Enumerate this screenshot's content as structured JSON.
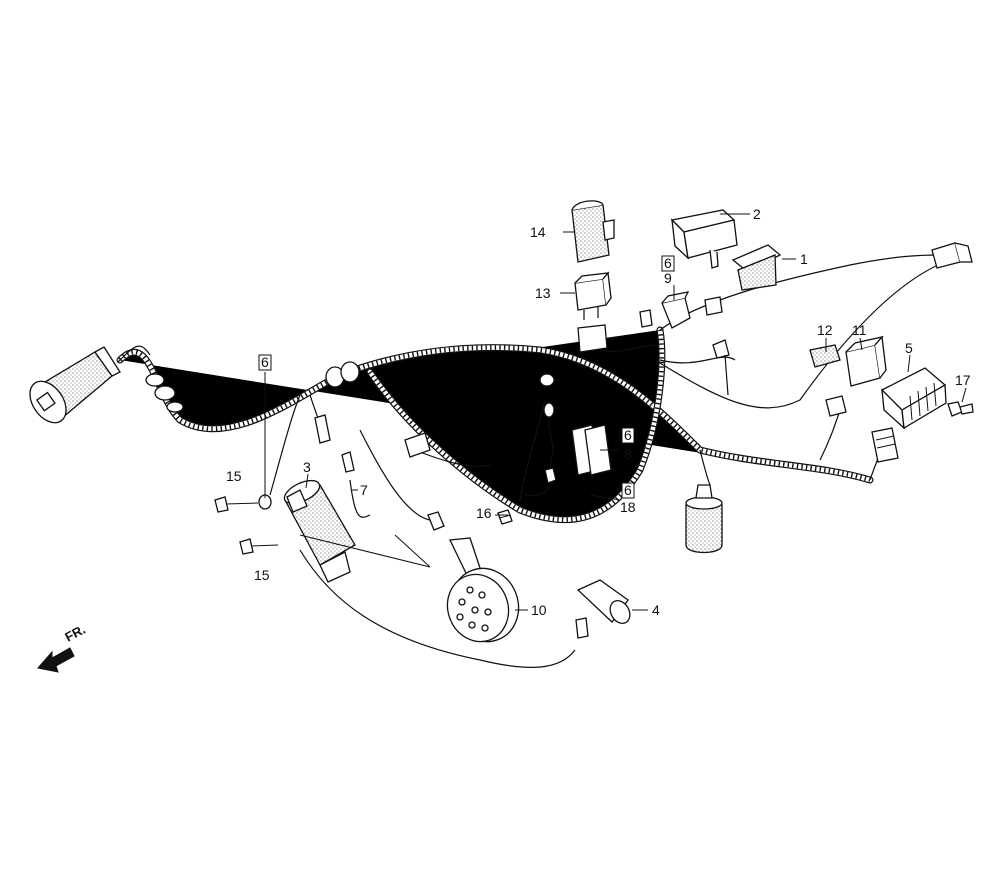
{
  "callouts": [
    {
      "id": "c1",
      "text": "1"
    },
    {
      "id": "c2",
      "text": "2"
    },
    {
      "id": "c3",
      "text": "3"
    },
    {
      "id": "c4",
      "text": "4"
    },
    {
      "id": "c5",
      "text": "5"
    },
    {
      "id": "c6a",
      "text": "6"
    },
    {
      "id": "c6b",
      "text": "6"
    },
    {
      "id": "c6c",
      "text": "6"
    },
    {
      "id": "c6d",
      "text": "6"
    },
    {
      "id": "c7",
      "text": "7"
    },
    {
      "id": "c8",
      "text": "8"
    },
    {
      "id": "c9",
      "text": "9"
    },
    {
      "id": "c10",
      "text": "10"
    },
    {
      "id": "c11",
      "text": "11"
    },
    {
      "id": "c12",
      "text": "12"
    },
    {
      "id": "c13",
      "text": "13"
    },
    {
      "id": "c14",
      "text": "14"
    },
    {
      "id": "c15a",
      "text": "15"
    },
    {
      "id": "c15b",
      "text": "15"
    },
    {
      "id": "c16",
      "text": "16"
    },
    {
      "id": "c17",
      "text": "17"
    },
    {
      "id": "c18",
      "text": "18"
    }
  ],
  "direction_label": "FR."
}
